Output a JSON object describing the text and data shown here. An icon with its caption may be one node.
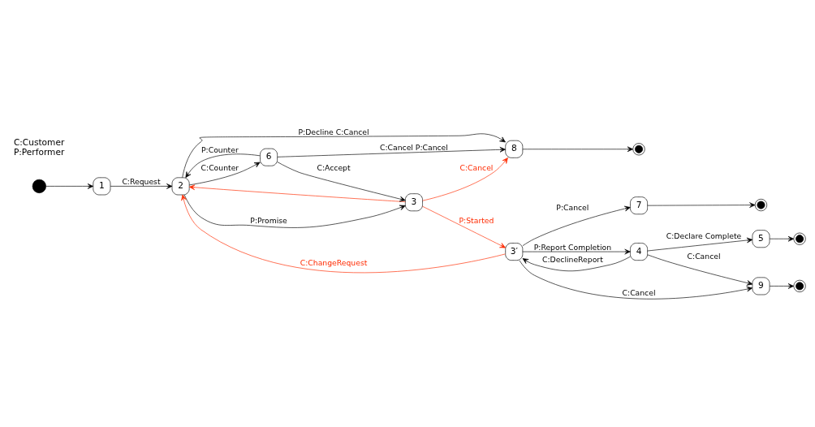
{
  "diagram": {
    "nodes": [
      {
        "text": [],
        "shape": "circle"
      },
      {
        "text": [
          "1"
        ]
      },
      {
        "text": [
          "2"
        ]
      },
      {
        "text": [
          "3"
        ]
      },
      {
        "text": [
          "3′"
        ]
      },
      {
        "text": [
          "4"
        ]
      },
      {
        "text": [
          "5"
        ]
      },
      {
        "text": [],
        "shape": "bullseye"
      },
      {
        "text": [
          "6"
        ]
      },
      {
        "text": [
          "7"
        ]
      },
      {
        "text": [],
        "shape": "bullseye"
      },
      {
        "text": [
          "8"
        ]
      },
      {
        "text": [],
        "shape": "bullseye"
      },
      {
        "text": [
          "9"
        ]
      },
      {
        "text": [],
        "shape": "bullseye"
      }
    ],
    "edges": [
      {
        "from": 0,
        "to": 1,
        "arrow": "to"
      },
      {
        "from": 1,
        "to": 2,
        "arrow": "to",
        "label": "C:Request"
      },
      {
        "from": 2,
        "to": 3,
        "arrow": "to",
        "label": "P:Promise"
      },
      {
        "from": 3,
        "to": 2,
        "arrow": "to",
        "color": "#ff2a00"
      },
      {
        "from": 4,
        "to": 2,
        "arrow": "to",
        "label": "C:ChangeRequest",
        "color": "#ff2a00"
      },
      {
        "from": 3,
        "to": 4,
        "arrow": "to",
        "label": "P:Started",
        "color": "#ff2a00"
      },
      {
        "from": 4,
        "to": 5,
        "arrow": "to",
        "label": "P:Report Completion"
      },
      {
        "from": 5,
        "to": 4,
        "arrow": "to",
        "label": "C:DeclineReport"
      },
      {
        "from": 5,
        "to": 6,
        "arrow": "to",
        "label": "C:Declare Complete"
      },
      {
        "from": 6,
        "to": 7,
        "arrow": "to"
      },
      {
        "from": 8,
        "to": 2,
        "arrow": "to",
        "label": "P:Counter"
      },
      {
        "from": 2,
        "to": 8,
        "arrow": "to",
        "label": "C:Counter"
      },
      {
        "from": 8,
        "to": 3,
        "arrow": "to",
        "label": "C:Accept"
      },
      {
        "from": 2,
        "to": 11,
        "arrow": "to",
        "label": "P:Decline C:Cancel"
      },
      {
        "from": 8,
        "to": 11,
        "arrow": "to",
        "label": "C:Cancel P:Cancel"
      },
      {
        "from": 3,
        "to": 11,
        "arrow": "to",
        "label": "C:Cancel",
        "color": "#ff2a00"
      },
      {
        "from": 4,
        "to": 9,
        "arrow": "to",
        "label": "P:Cancel"
      },
      {
        "from": 9,
        "to": 10,
        "arrow": "to"
      },
      {
        "from": 4,
        "to": 13,
        "arrow": "to",
        "label": "C:Cancel"
      },
      {
        "from": 5,
        "to": 13,
        "arrow": "to",
        "label": "C:Cancel"
      },
      {
        "from": 11,
        "to": 12,
        "arrow": "to"
      },
      {
        "from": 13,
        "to": 14,
        "arrow": "to"
      }
    ],
    "labels": [
      "C:Customer",
      "P:Performer"
    ]
  }
}
